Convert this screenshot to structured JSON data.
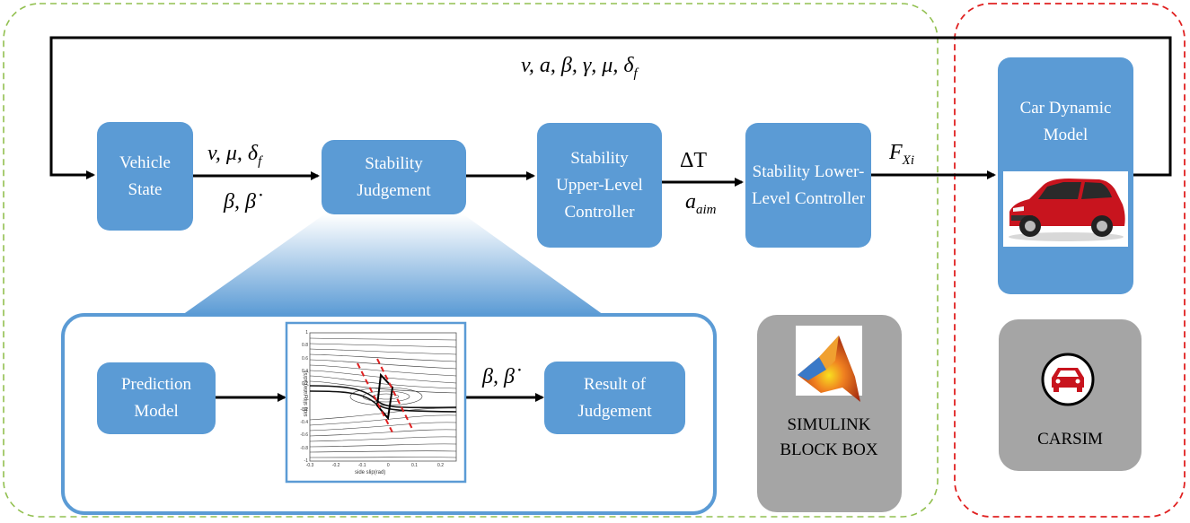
{
  "blocks": {
    "vehicle_state": "Vehicle State",
    "stability_judgement": "Stability Judgement",
    "upper_controller": "Stability Upper-Level Controller",
    "lower_controller": "Stability Lower-Level Controller",
    "car_dynamic_model": "Car Dynamic Model",
    "prediction_model": "Prediction Model",
    "result_of_judgement": "Result of Judgement"
  },
  "signals": {
    "feedback": "v, a, β, γ, μ, δ",
    "feedback_sub": "f",
    "state_out_top": "v, μ, δ",
    "state_out_top_sub": "f",
    "state_out_bottom_beta": "β, ",
    "state_out_bottom_betadot": "β̇",
    "delta_t": "ΔT",
    "a_aim": "a",
    "a_aim_sub": "aim",
    "force": "F",
    "force_sub": "Xi",
    "judgement_beta": "β, ",
    "judgement_betadot": "β̇"
  },
  "tools": {
    "simulink": "SIMULINK BLOCK BOX",
    "carsim": "CARSIM"
  },
  "phase_plot": {
    "x_axis_label": "side slip(rad)",
    "y_axis_label": "side slip rate(rad/s)",
    "x_ticks": [
      "-0.3",
      "-0.2",
      "-0.1",
      "0",
      "0.1",
      "0.2"
    ],
    "y_ticks": [
      "1",
      "0.8",
      "0.6",
      "0.4",
      "0.2",
      "0",
      "-0.2",
      "-0.4",
      "-0.6",
      "-0.8",
      "-1"
    ]
  },
  "colors": {
    "block": "#5b9bd5",
    "green_frame": "#92c050",
    "red_frame": "#e02020",
    "tool_gray": "#a5a5a5",
    "detail_border": "#5b9bd5",
    "car_red": "#c8141e"
  }
}
